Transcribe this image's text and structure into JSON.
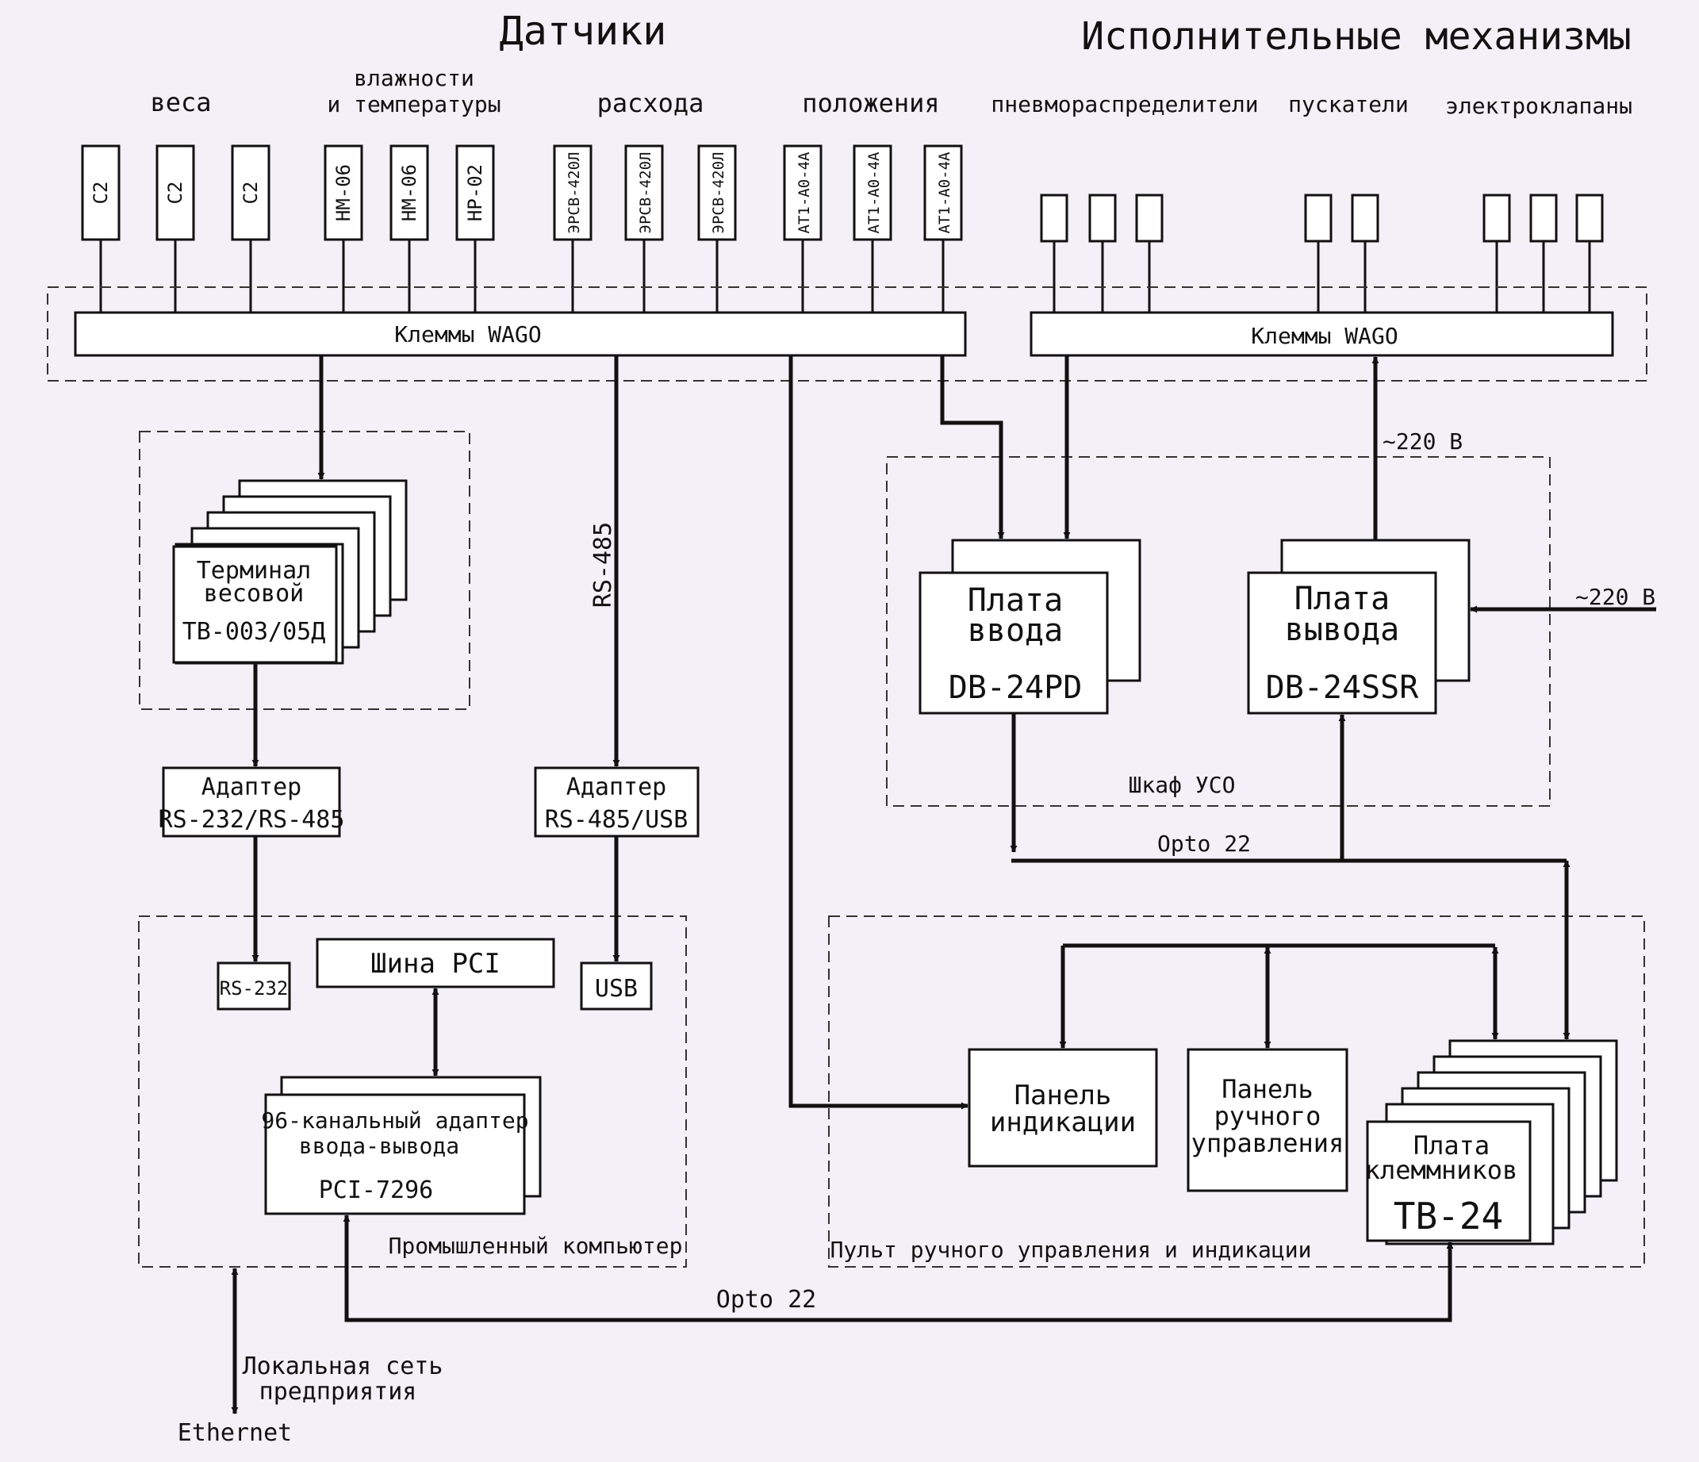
{
  "headings": {
    "sensors": "Датчики",
    "actuators": "Исполнительные механизмы"
  },
  "sensor_groups": {
    "weight": "веса",
    "humidity_l1": "влажности",
    "humidity_l2": "и температуры",
    "flow": "расхода",
    "position": "положения"
  },
  "actuator_groups": {
    "pneumo": "пневмораспределители",
    "starters": "пускатели",
    "valves": "электроклапаны"
  },
  "sensors": [
    {
      "label": "С2"
    },
    {
      "label": "С2"
    },
    {
      "label": "С2"
    },
    {
      "label": "НМ-06"
    },
    {
      "label": "НМ-06"
    },
    {
      "label": "НР-02"
    },
    {
      "label": "ЭРСВ-420Л"
    },
    {
      "label": "ЭРСВ-420Л"
    },
    {
      "label": "ЭРСВ-420Л"
    },
    {
      "label": "АТ1-А0-4А"
    },
    {
      "label": "АТ1-А0-4А"
    },
    {
      "label": "АТ1-А0-4А"
    }
  ],
  "terminals": {
    "left": "Клеммы WAGO",
    "right": "Клеммы WAGO"
  },
  "weight_terminal": {
    "l1": "Терминал",
    "l2": "весовой",
    "l3": "ТВ-003/05Д"
  },
  "adapter_232": {
    "l1": "Адаптер",
    "l2": "RS-232/RS-485"
  },
  "adapter_usb": {
    "l1": "Адаптер",
    "l2": "RS-485/USB"
  },
  "rs485_label": "RS-485",
  "input_board": {
    "l1": "Плата",
    "l2": "ввода",
    "l3": "DB-24PD"
  },
  "output_board": {
    "l1": "Плата",
    "l2": "вывода",
    "l3": "DB-24SSR"
  },
  "voltage_top": "~220 В",
  "voltage_right": "~220 В",
  "cabinet_label": "Шкаф УСО",
  "opto_top": "Opto 22",
  "opto_bottom": "Opto 22",
  "pc": {
    "rs232": "RS-232",
    "pci_bus": "Шина PCI",
    "usb": "USB",
    "adapter_l1": "96-канальный адаптер",
    "adapter_l2": "ввода-вывода",
    "adapter_l3": "PCI-7296",
    "label": "Промышленный компьютер"
  },
  "console": {
    "indication_l1": "Панель",
    "indication_l2": "индикации",
    "manual_l1": "Панель",
    "manual_l2": "ручного",
    "manual_l3": "управления",
    "tb_l1": "Плата",
    "tb_l2": "клеммников",
    "tb_l3": "ТВ-24",
    "label": "Пульт ручного управления и индикации"
  },
  "network": {
    "l1": "Локальная сеть",
    "l2": "предприятия",
    "l3": "Ethernet"
  }
}
